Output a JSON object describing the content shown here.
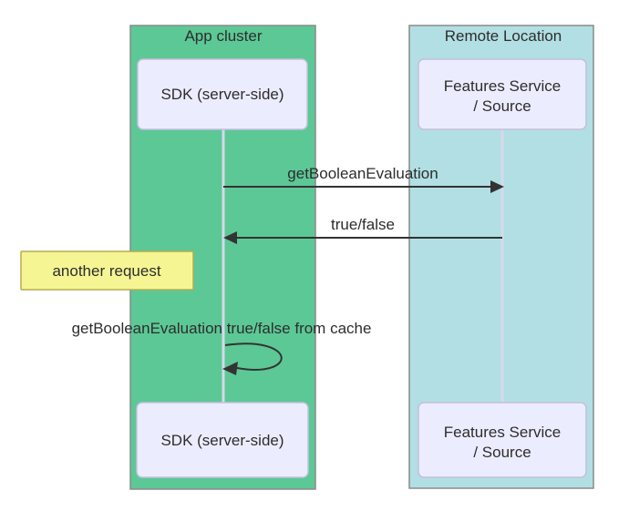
{
  "diagram": {
    "type": "sequence-diagram",
    "regions": [
      {
        "label": "App cluster"
      },
      {
        "label": "Remote Location"
      }
    ],
    "actors": {
      "sdk_top": "SDK (server-side)",
      "sdk_bottom": "SDK (server-side)",
      "features_top_line1": "Features Service",
      "features_top_line2": "/ Source",
      "features_bottom_line1": "Features Service",
      "features_bottom_line2": "/ Source"
    },
    "messages": {
      "request": "getBooleanEvaluation",
      "response": "true/false",
      "cache": "getBooleanEvaluation true/false from cache"
    },
    "note": "another request",
    "colors": {
      "region_app": "#5cc896",
      "region_remote": "#b2dfe3",
      "actor_fill": "#ececff",
      "note_fill": "#f6f594",
      "note_border": "#b3ad4e",
      "arrow": "#333333",
      "lifeline": "#d7d8ee"
    }
  }
}
